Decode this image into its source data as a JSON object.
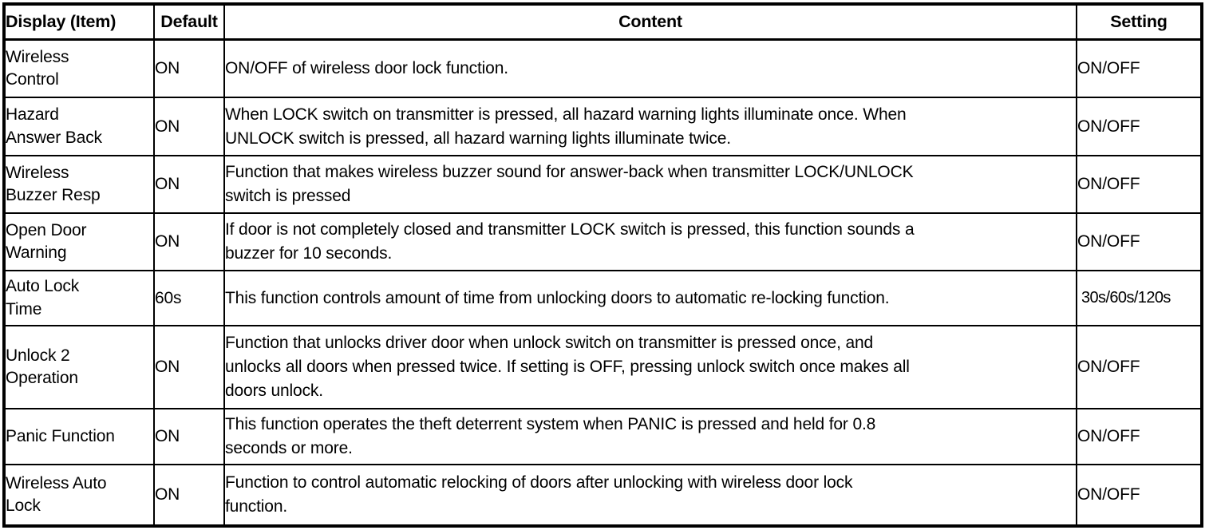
{
  "table": {
    "headers": {
      "item": "Display (Item)",
      "default": "Default",
      "content": "Content",
      "setting": "Setting"
    },
    "rows": [
      {
        "item_lines": [
          "Wireless",
          "Control"
        ],
        "default": "ON",
        "content_lines": [
          "ON/OFF of wireless door lock function."
        ],
        "setting": "ON/OFF"
      },
      {
        "item_lines": [
          "Hazard",
          "Answer Back"
        ],
        "default": "ON",
        "content_lines": [
          "When LOCK switch on transmitter is pressed, all hazard warning lights illuminate once. When",
          "UNLOCK switch is pressed, all hazard warning lights illuminate twice."
        ],
        "setting": "ON/OFF"
      },
      {
        "item_lines": [
          "Wireless",
          "Buzzer Resp"
        ],
        "default": "ON",
        "content_lines": [
          "Function that makes wireless buzzer sound for answer-back when transmitter LOCK/UNLOCK",
          "switch is pressed"
        ],
        "setting": "ON/OFF"
      },
      {
        "item_lines": [
          "Open Door",
          "Warning"
        ],
        "default": "ON",
        "content_lines": [
          "If door is not completely closed and transmitter LOCK switch is pressed, this function sounds a",
          "buzzer for 10 seconds."
        ],
        "setting": "ON/OFF"
      },
      {
        "item_lines": [
          "Auto Lock",
          "Time"
        ],
        "default": "60s",
        "content_lines": [
          "This function controls amount of time from unlocking doors to automatic re-locking function."
        ],
        "setting": "30s/60s/120s"
      },
      {
        "item_lines": [
          "Unlock 2",
          "Operation"
        ],
        "default": "ON",
        "content_lines": [
          "Function that unlocks driver door when unlock switch on transmitter is pressed once, and",
          "unlocks all doors when pressed twice. If setting is OFF, pressing unlock switch once makes all",
          "doors unlock."
        ],
        "setting": "ON/OFF"
      },
      {
        "item_lines": [
          "Panic Function"
        ],
        "default": "ON",
        "content_lines": [
          "This function operates the theft deterrent system when PANIC is pressed and held for 0.8",
          "seconds or more."
        ],
        "setting": "ON/OFF"
      },
      {
        "item_lines": [
          "Wireless Auto",
          "Lock"
        ],
        "default": "ON",
        "content_lines": [
          "Function to control automatic relocking of doors after unlocking with wireless door lock",
          "function."
        ],
        "setting": "ON/OFF"
      }
    ]
  }
}
